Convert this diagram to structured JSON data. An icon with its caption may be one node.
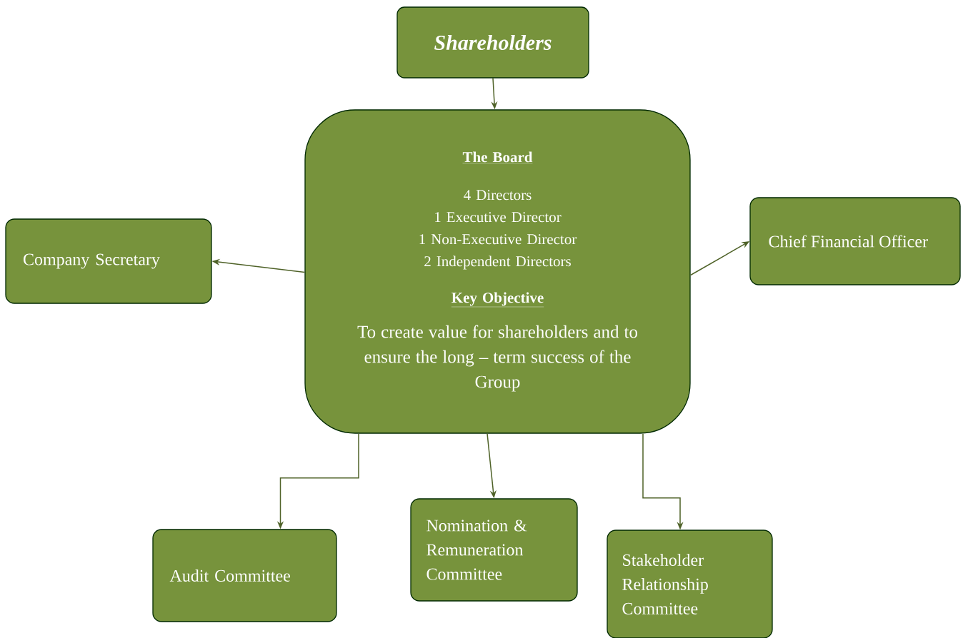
{
  "diagram": {
    "nodes": [
      {
        "text": [
          "Shareholders"
        ]
      },
      {
        "text": [
          "The Board",
          "4 Directors",
          "1 Executive Director",
          "1 Non-Executive Director",
          "2 Independent Directors",
          "Key Objective",
          "To create value for shareholders and to ensure the long – term success of the Group"
        ]
      },
      {
        "text": [
          "Company Secretary"
        ]
      },
      {
        "text": [
          "Chief Financial Officer"
        ]
      },
      {
        "text": [
          "Audit Committee"
        ]
      },
      {
        "text": [
          "Nomination & Remuneration Committee"
        ]
      },
      {
        "text": [
          "Stakeholder Relationship Committee"
        ]
      }
    ],
    "edges": [
      {
        "from": 0,
        "to": 1,
        "arrow": "to"
      },
      {
        "from": 1,
        "to": 2,
        "arrow": "to"
      },
      {
        "from": 1,
        "to": 3,
        "arrow": "to"
      },
      {
        "from": 1,
        "to": 4,
        "arrow": "to"
      },
      {
        "from": 1,
        "to": 5,
        "arrow": "to"
      },
      {
        "from": 1,
        "to": 6,
        "arrow": "to"
      }
    ]
  }
}
